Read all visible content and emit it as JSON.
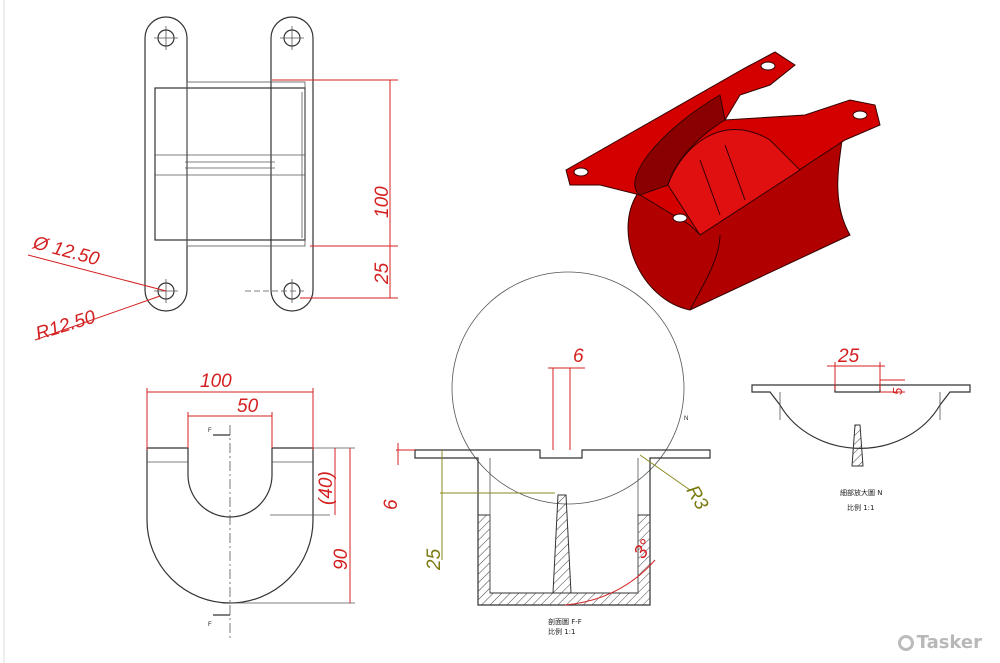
{
  "top_view": {
    "dims": {
      "height": "100",
      "tab": "25",
      "hole_dia": "Ø 12.50",
      "tab_radius": "R12.50"
    }
  },
  "front_view": {
    "dims": {
      "width": "100",
      "inner": "50",
      "ref": "(40)",
      "height": "90"
    },
    "section_marks": {
      "top": "F",
      "bottom": "F"
    }
  },
  "section_view": {
    "dims": {
      "slot": "6",
      "flange": "6",
      "depth": "25",
      "radius": "R3",
      "angle": "3°"
    },
    "detail_mark": "N",
    "caption": "剖面圖 F-F",
    "scale": "比例 1:1"
  },
  "detail_view": {
    "dims": {
      "width": "25",
      "depth": "5"
    },
    "caption": "細部放大圖 N",
    "scale": "比例 1:1"
  },
  "colors": {
    "dimension": "#d42020",
    "part": "#d40000"
  },
  "watermark": "Tasker"
}
